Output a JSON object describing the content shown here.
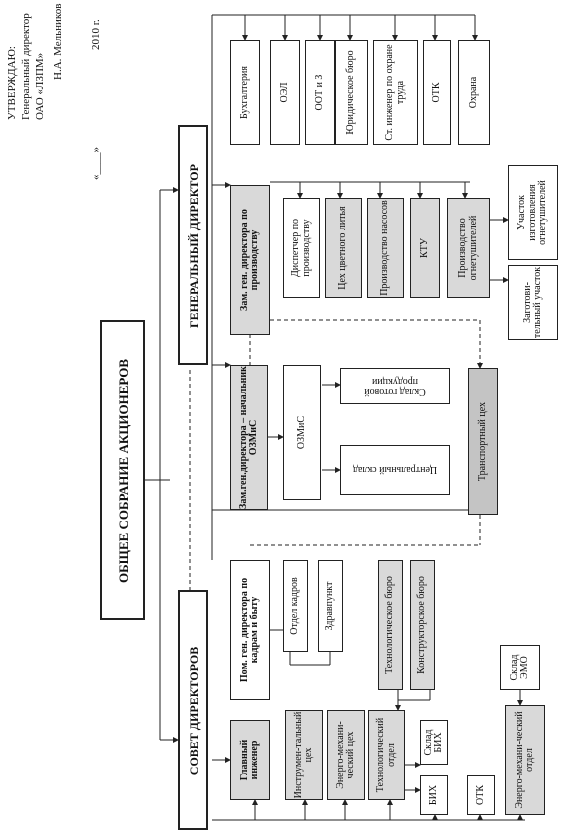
{
  "approval": {
    "line1": "УТВЕРЖДАЮ:",
    "line2": "Генеральный директор",
    "line3": "ОАО «ЛЗПМ»",
    "line4": "Н.А. Мельников",
    "line5": "«____»",
    "line6": "2010 г."
  },
  "nodes": {
    "shareholders": "ОБЩЕЕ СОБРАНИЕ АКЦИОНЕРОВ",
    "general_director": "ГЕНЕРАЛЬНЫЙ ДИРЕКТОР",
    "board": "СОВЕТ ДИРЕКТОРОВ",
    "accounting": "Бухгалтерия",
    "oel": "ОЭЛ",
    "oot": "ООТ и З",
    "legal": "Юридическое бюро",
    "safety_engineer": "Ст. инженер по охране труда",
    "otk_top": "ОТК",
    "security": "Охрана",
    "deputy_production": "Зам. ген. директора по производству",
    "dispatcher": "Диспетчер по производству",
    "color_casting": "Цех цветного литья",
    "pumps": "Производство насосов",
    "ktu": "КТУ",
    "extinguishers_prod": "Производство огнетушителей",
    "extinguishers_site": "Участок изготовления огнетушителей",
    "blank_site": "Заготови-тельный участок",
    "deputy_ozmis": "Зам.ген.директора – начальник ОЗМиС",
    "ozmis": "ОЗМиС",
    "finished_goods": "Склад готовой продукции",
    "central_warehouse": "Центральный склад",
    "transport": "Транспортный цех",
    "hr_assistant": "Пом. ген. директора по кадрам и быту",
    "hr_dept": "Отдел кадров",
    "health": "Здравпункт",
    "tech_bureau": "Технологическое бюро",
    "design_bureau": "Конструкторское бюро",
    "chief_engineer": "Главный инженер",
    "tool_shop": "Инструмен-тальный цех",
    "energy_shop": "Энерго-механи-ческий цех",
    "tech_dept": "Технологический отдел",
    "bih": "БИХ",
    "bih_store": "Склад БИХ",
    "otk_bottom": "ОТК",
    "energy_dept": "Энерго-механи-ческий отдел",
    "emo_store": "Склад ЭМО"
  },
  "colors": {
    "line": "#222222",
    "shade": "#d9d9d9",
    "shade_dark": "#c4c4c4"
  }
}
